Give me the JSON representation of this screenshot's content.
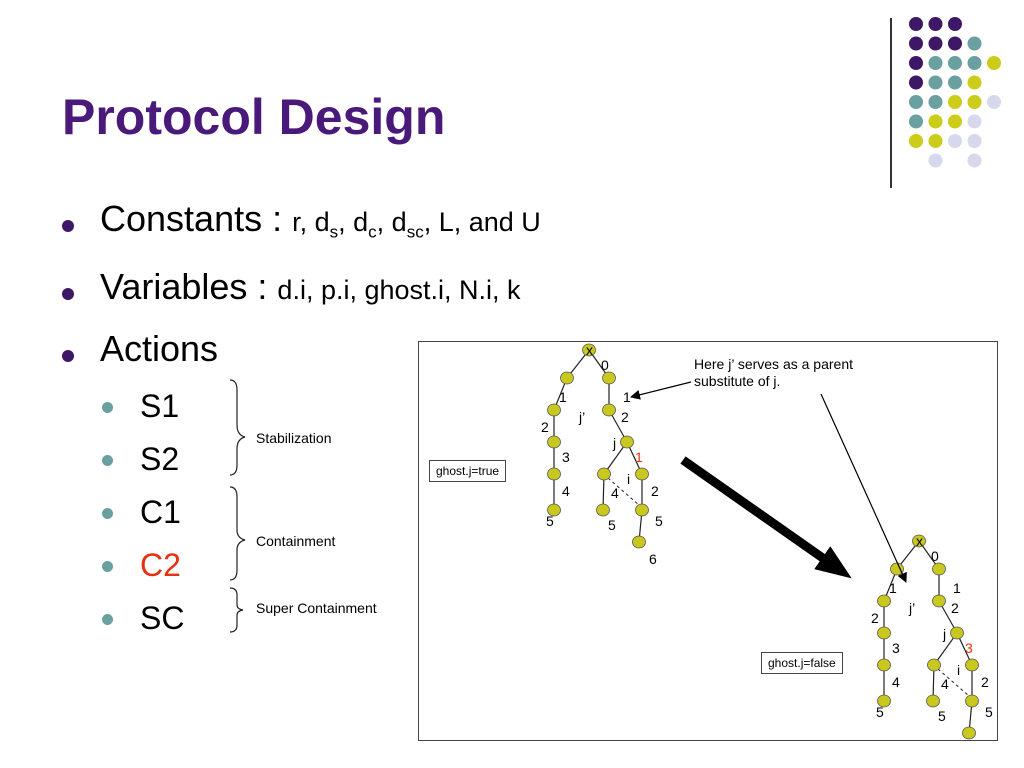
{
  "slide": {
    "title": "Protocol Design",
    "bullets": {
      "constants_label": "Constants : ",
      "constants_r": "r, d",
      "constants_s": "s",
      "constants_c1": ", d",
      "constants_c": "c",
      "constants_sc1": ", d",
      "constants_sc": "sc",
      "constants_end": ", L, and U",
      "variables_label": "Variables : ",
      "variables_list": "d.i, p.i, ghost.i, N.i, k",
      "actions_label": "Actions",
      "actions": [
        "S1",
        "S2",
        "C1",
        "C2",
        "SC"
      ]
    },
    "groups": {
      "stabilization": "Stabilization",
      "containment": "Containment",
      "super_containment": "Super Containment"
    }
  },
  "diagram": {
    "note_line1": "Here j’ serves as a parent",
    "note_line2": "substitute of j.",
    "box_left": "ghost.j=true",
    "box_right": "ghost.j=false",
    "root_mark": "x",
    "labels": {
      "zero": "0",
      "one": "1",
      "two": "2",
      "three": "3",
      "four": "4",
      "five": "5",
      "six": "6",
      "jprime": "j’",
      "j": "j",
      "i": "i"
    }
  },
  "colors": {
    "title": "#4a1a7a",
    "node_fill": "#c8c81e",
    "accent_red": "#e83010",
    "dot_purple": "#3d1866",
    "dot_teal": "#6aa0a0",
    "dot_yellow": "#cccc1a",
    "dot_lavender": "#d8d8ec"
  },
  "decor": {
    "corner_dots": [
      [
        "purple",
        "purple",
        "purple",
        "",
        ""
      ],
      [
        "purple",
        "purple",
        "purple",
        "teal",
        ""
      ],
      [
        "purple",
        "teal",
        "teal",
        "teal",
        "yellow"
      ],
      [
        "purple",
        "teal",
        "teal",
        "yellow",
        ""
      ],
      [
        "teal",
        "teal",
        "yellow",
        "yellow",
        "lavender"
      ],
      [
        "teal",
        "yellow",
        "yellow",
        "lavender",
        ""
      ],
      [
        "yellow",
        "yellow",
        "lavender",
        "lavender",
        ""
      ],
      [
        "",
        "lavender",
        "",
        "lavender",
        ""
      ]
    ]
  }
}
